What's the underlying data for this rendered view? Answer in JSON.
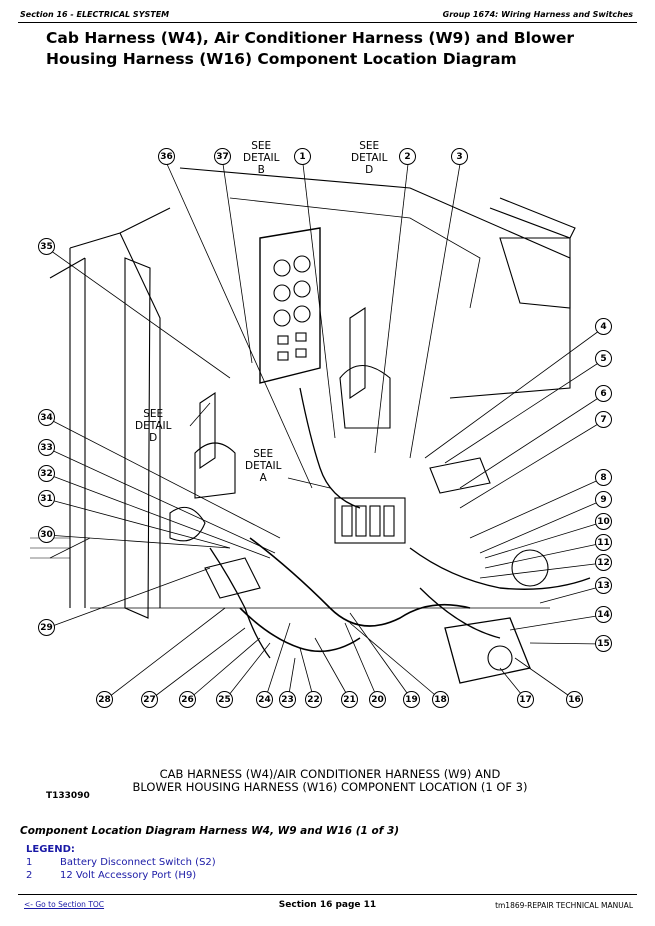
{
  "header": {
    "section": "Section 16 - ELECTRICAL SYSTEM",
    "group": "Group 1674: Wiring Harness and Switches"
  },
  "title": "Cab Harness (W4), Air Conditioner Harness (W9) and Blower Housing Harness (W16) Component Location Diagram",
  "figure": {
    "see_detail_b": [
      "SEE",
      "DETAIL",
      "B"
    ],
    "see_detail_d_top": [
      "SEE",
      "DETAIL",
      "D"
    ],
    "see_detail_d_left": [
      "SEE",
      "DETAIL",
      "D"
    ],
    "see_detail_a": [
      "SEE",
      "DETAIL",
      "A"
    ],
    "callouts": [
      "36",
      "37",
      "1",
      "2",
      "3",
      "35",
      "4",
      "5",
      "6",
      "7",
      "34",
      "33",
      "32",
      "31",
      "30",
      "8",
      "9",
      "10",
      "11",
      "12",
      "13",
      "14",
      "15",
      "29",
      "28",
      "27",
      "26",
      "25",
      "24",
      "23",
      "22",
      "21",
      "20",
      "19",
      "18",
      "17",
      "16"
    ],
    "caption_line1": "CAB HARNESS (W4)/AIR CONDITIONER HARNESS (W9) AND",
    "caption_line2": "BLOWER HOUSING HARNESS (W16) COMPONENT LOCATION (1 OF 3)",
    "figure_id": "T133090"
  },
  "component_title": "Component Location Diagram Harness W4, W9 and W16 (1 of 3)",
  "legend": {
    "title": "LEGEND:",
    "items": [
      {
        "num": "1",
        "label": "Battery Disconnect Switch (S2)"
      },
      {
        "num": "2",
        "label": "12 Volt Accessory Port (H9)"
      }
    ]
  },
  "footer": {
    "toc_link": "<- Go to Section TOC",
    "page": "Section 16 page 11",
    "manual": "tm1869-REPAIR TECHNICAL MANUAL"
  }
}
